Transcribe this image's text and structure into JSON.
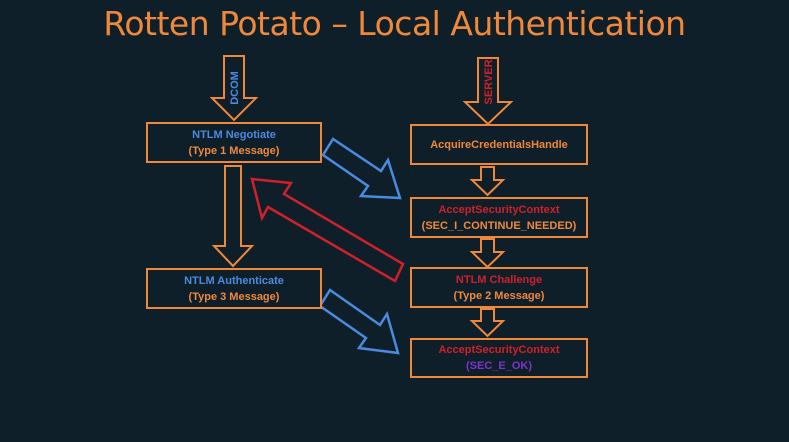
{
  "title": "Rotten Potato – Local Authentication",
  "labels": {
    "dcom": "DCOM",
    "server": "SERVER"
  },
  "left": {
    "negotiate": {
      "line1": "NTLM Negotiate",
      "line2": "(Type 1 Message)"
    },
    "authenticate": {
      "line1": "NTLM Authenticate",
      "line2": "(Type 3 Message)"
    }
  },
  "right": {
    "acquire": {
      "line1": "AcquireCredentialsHandle"
    },
    "accept1": {
      "line1": "AcceptSecurityContext",
      "line2": "(SEC_I_CONTINUE_NEEDED)"
    },
    "challenge": {
      "line1": "NTLM Challenge",
      "line2": "(Type 2 Message)"
    },
    "accept2": {
      "line1": "AcceptSecurityContext",
      "line2": "(SEC_E_OK)"
    }
  },
  "colors": {
    "background": "#0f1f2a",
    "orange": "#f0883a",
    "blue": "#4a8be0",
    "red": "#d0202a",
    "purple": "#7a35c9"
  }
}
